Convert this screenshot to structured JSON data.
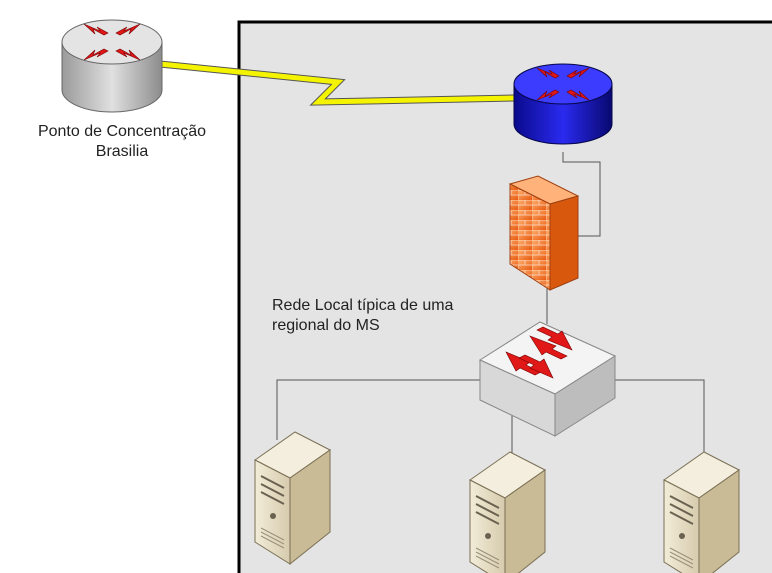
{
  "central_router": {
    "label_line1": "Ponto de Concentração",
    "label_line2": "Brasilia"
  },
  "lan": {
    "label_line1": "Rede Local típica de uma",
    "label_line2": "regional do MS"
  },
  "colors": {
    "background": "#ffffff",
    "lan_panel": "#e4e4e4",
    "lan_border": "#000000",
    "wan_link": "#f4f400",
    "central_router": "#c8c8c8",
    "local_router": "#1a1ad6",
    "firewall": "#f07a2a",
    "switch": "#eeeeee",
    "server": "#e6dcc2",
    "arrow": "#e01818"
  },
  "icons": [
    "router-icon",
    "router-icon",
    "firewall-icon",
    "switch-icon",
    "server-icon",
    "server-icon",
    "server-icon"
  ]
}
